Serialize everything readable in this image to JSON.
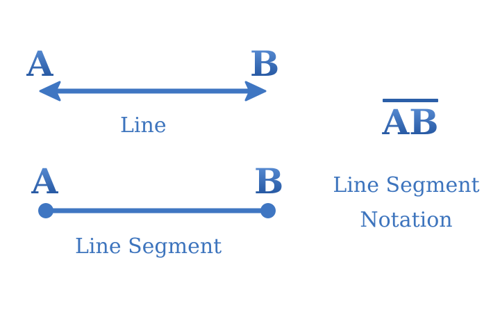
{
  "line_figure": {
    "point_a": "A",
    "point_b": "B",
    "caption": "Line"
  },
  "segment_figure": {
    "point_a": "A",
    "point_b": "B",
    "caption": "Line Segment"
  },
  "notation": {
    "symbol": "AB",
    "caption_line1": "Line Segment",
    "caption_line2": "Notation"
  },
  "colors": {
    "stroke": "#3f76c2",
    "text": "#3d74bd",
    "letter_dark": "#1d4f9a",
    "letter_light": "#5b8fd6"
  }
}
